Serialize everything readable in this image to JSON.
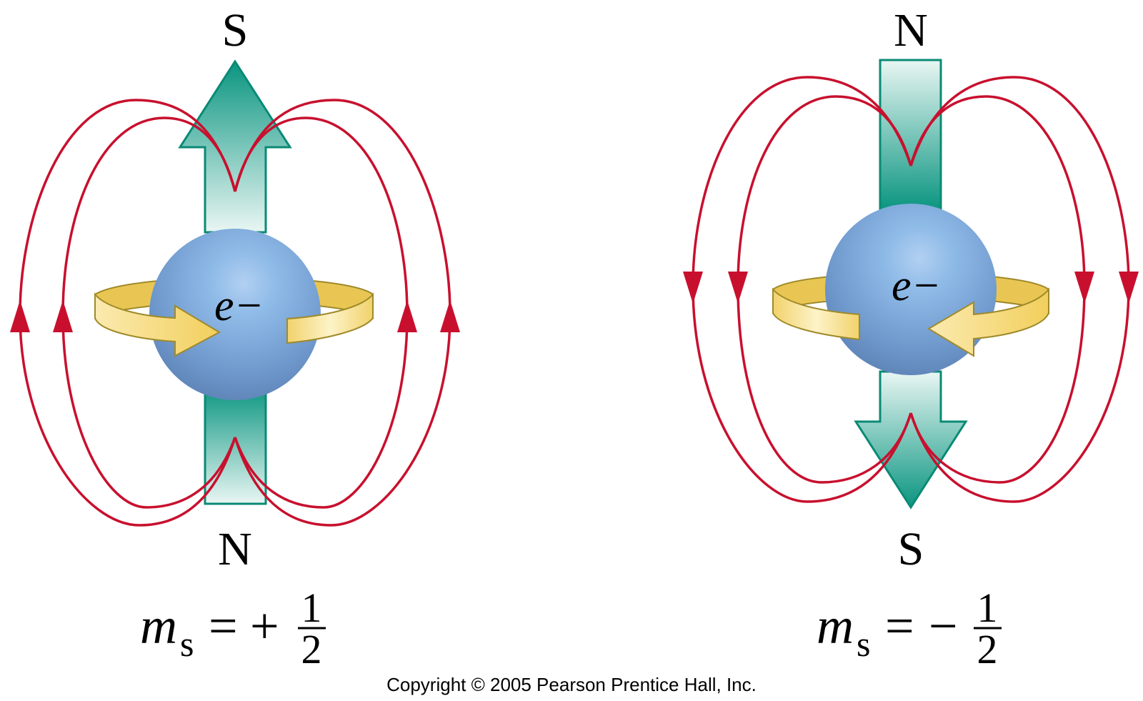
{
  "left_panel": {
    "top_pole": "S",
    "bottom_pole": "N",
    "electron_symbol": "e",
    "electron_charge": "−",
    "equation": {
      "symbol": "m",
      "subscript": "s",
      "equals": "=",
      "sign": "+",
      "numerator": "1",
      "denominator": "2"
    }
  },
  "right_panel": {
    "top_pole": "N",
    "bottom_pole": "S",
    "electron_symbol": "e",
    "electron_charge": "−",
    "equation": {
      "symbol": "m",
      "subscript": "s",
      "equals": "=",
      "sign": "−",
      "numerator": "1",
      "denominator": "2"
    }
  },
  "copyright": "Copyright © 2005 Pearson Prentice Hall, Inc.",
  "colors": {
    "field_line": "#c8102e",
    "arrow_fill": "#0a9580",
    "arrow_stroke": "#0a8a75",
    "electron": "#8ab7e3",
    "spin_ring": "#f5d76e"
  }
}
